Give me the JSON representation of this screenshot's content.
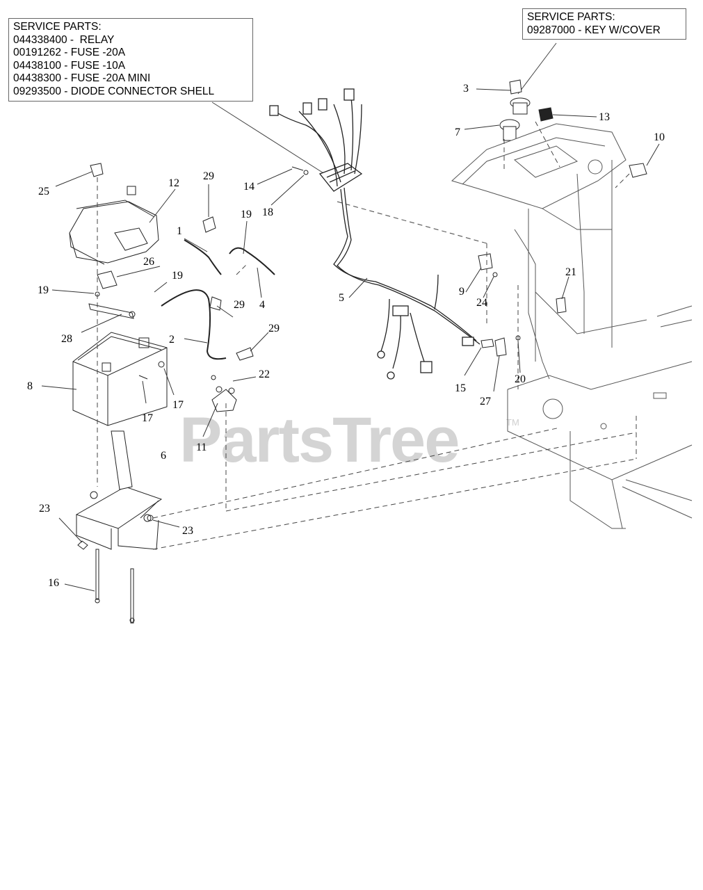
{
  "service_parts_left": {
    "title": "SERVICE PARTS:",
    "lines": [
      "044338400 -  RELAY",
      "00191262 - FUSE -20A",
      "04438100 - FUSE -10A",
      "04438300 - FUSE -20A MINI",
      "09293500 - DIODE CONNECTOR SHELL"
    ]
  },
  "service_parts_right": {
    "title": "SERVICE PARTS:",
    "lines": [
      "09287000 - KEY W/COVER"
    ]
  },
  "callouts": {
    "c1": "1",
    "c2": "2",
    "c3": "3",
    "c4": "4",
    "c5": "5",
    "c6": "6",
    "c7": "7",
    "c8": "8",
    "c9": "9",
    "c10": "10",
    "c11": "11",
    "c12": "12",
    "c13": "13",
    "c14": "14",
    "c15": "15",
    "c16": "16",
    "c17a": "17",
    "c17b": "17",
    "c18": "18",
    "c19a": "19",
    "c19b": "19",
    "c19c": "19",
    "c20": "20",
    "c21": "21",
    "c22": "22",
    "c23a": "23",
    "c23b": "23",
    "c24": "24",
    "c25": "25",
    "c26": "26",
    "c27": "27",
    "c28": "28",
    "c29a": "29",
    "c29b": "29",
    "c29c": "29"
  },
  "watermark": {
    "text": "PartsTree",
    "tm": "TM"
  }
}
